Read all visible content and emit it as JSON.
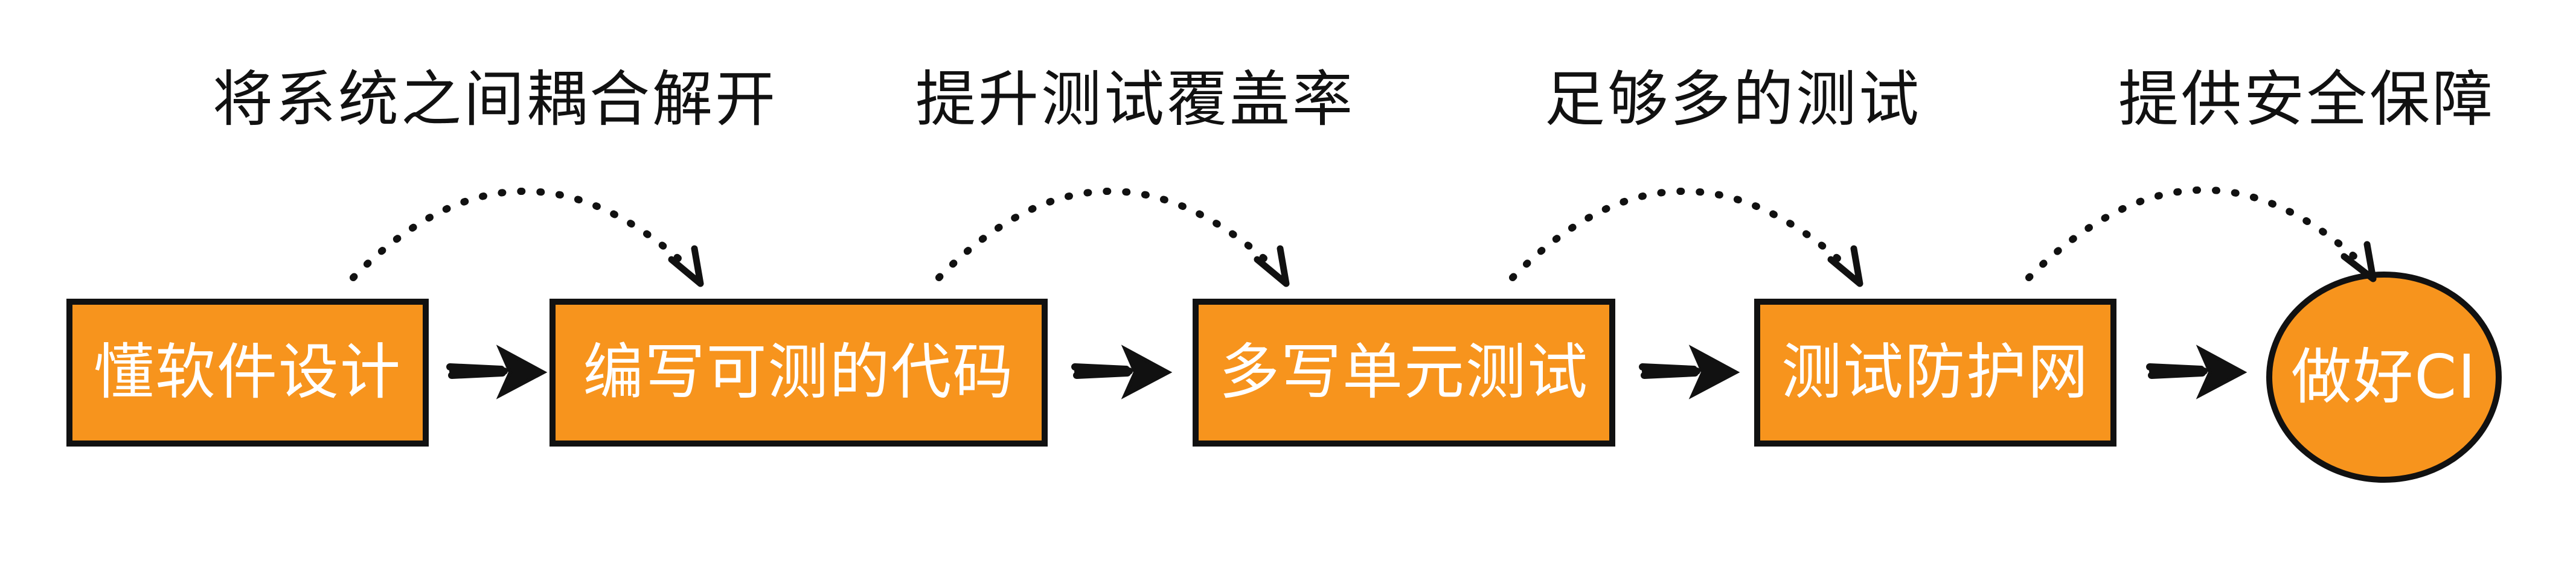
{
  "steps": [
    {
      "label": "懂软件设计",
      "shape": "rect"
    },
    {
      "label": "编写可测的代码",
      "shape": "rect"
    },
    {
      "label": "多写单元测试",
      "shape": "rect"
    },
    {
      "label": "测试防护网",
      "shape": "rect"
    },
    {
      "label": "做好CI",
      "shape": "circle"
    }
  ],
  "transitions": [
    {
      "label": "将系统之间耦合解开"
    },
    {
      "label": "提升测试覆盖率"
    },
    {
      "label": "足够多的测试"
    },
    {
      "label": "提供安全保障"
    }
  ],
  "colors": {
    "node_fill": "#F7941D",
    "node_border": "#111111",
    "node_text": "#ffffff",
    "caption_text": "#111111",
    "arrow": "#111111",
    "dots": "#111111"
  }
}
